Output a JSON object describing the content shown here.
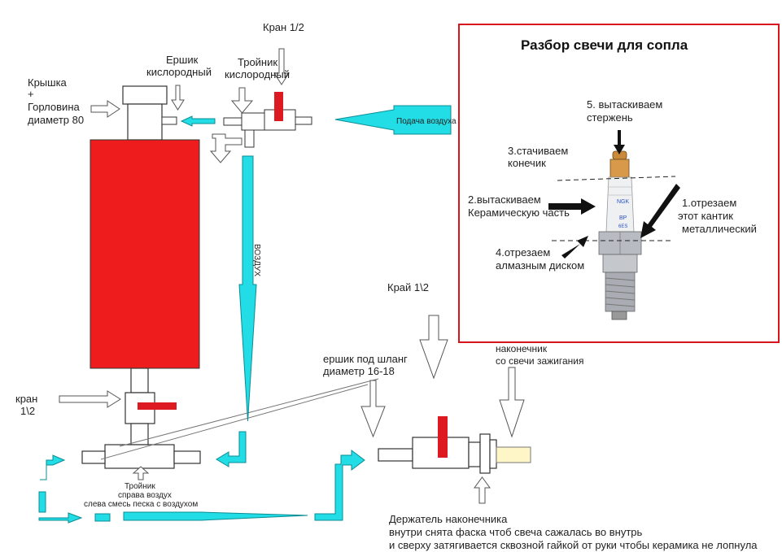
{
  "labels": {
    "kran_top": "Кран 1/2",
    "ershik_kislorodny_1": "Ершик",
    "ershik_kislorodny_2": "кислородный",
    "troynik_kislorodny_1": "Тройник",
    "troynik_kislorodny_2": "кислородный",
    "kryshka_1": "Крышка",
    "kryshka_2": "+",
    "kryshka_3": "Горловина",
    "kryshka_4": "диаметр 80",
    "podacha_vozduha": "Подача воздуха",
    "vozduh": "ВОЗДУХ",
    "kran_left_1": "кран",
    "kran_left_2": "1\\2",
    "troynik_bottom_1": "Тройник",
    "troynik_bottom_2": "справа воздух",
    "troynik_bottom_3": "слева смесь песка с воздухом",
    "ershik_shlang_1": "ершик под шланг",
    "ershik_shlang_2": "диаметр 16-18",
    "kray": "Край 1\\2",
    "nakonechnik_1": "наконечник",
    "nakonechnik_2": "со свечи зажигания",
    "derzhatel_1": "Держатель наконечника",
    "derzhatel_2": "внутри снята фаска чтоб свеча сажалась во внутрь",
    "derzhatel_3": "и сверху затягивается сквозной гайкой от руки чтобы керамика не лопнула"
  },
  "inset": {
    "title": "Разбор свечи для сопла",
    "step5_1": "5. вытаскиваем",
    "step5_2": "стержень",
    "step3_1": "3.стачиваем",
    "step3_2": "конечик",
    "step2_1": "2.вытаскиваем",
    "step2_2": "Керамическую часть",
    "step1_1": "1.отрезаем",
    "step1_2": "этот кантик",
    "step1_3": "металлический",
    "step4_1": "4.отрезаем",
    "step4_2": "алмазным диском",
    "plug_mark_1": "NGK",
    "plug_mark_2": "BP",
    "plug_mark_3": "6ES"
  },
  "colors": {
    "tank_red": "#ee1c1c",
    "valve_red": "#dd1a22",
    "air_cyan": "#22dde6",
    "inset_border": "#d8141c",
    "nozzle_cream": "#fff6c8"
  }
}
